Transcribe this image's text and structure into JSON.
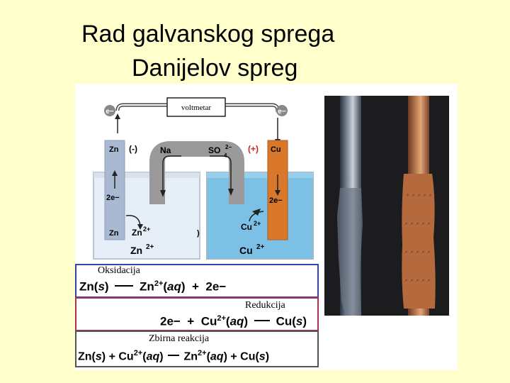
{
  "slide": {
    "title_line1": "Rad galvanskog sprega",
    "title_line2": "Danijelov spreg"
  },
  "diagram": {
    "voltmeter": "voltmetar",
    "electron_left": "e−",
    "electron_right": "e−",
    "anode_label": "Zn",
    "anode_sign": "(-)",
    "cathode_sign": "(+)",
    "cathode_label": "Cu",
    "bridge_na": "Na",
    "bridge_so4": "SO",
    "bridge_so4_sub": "4",
    "bridge_so4_sup": "2−",
    "left_2e": "2e−",
    "left_zn": "Zn",
    "left_zn2": "Zn",
    "left_zn2_sup": "2+",
    "left_solution": "Zn",
    "left_solution_sup": "2+",
    "right_2e": "2e−",
    "right_cu2": "Cu",
    "right_cu2_sup": "2+",
    "right_solution": "Cu",
    "right_solution_sup": "2+",
    "stray_mark": ")"
  },
  "reactions": {
    "oxidation_label": "Oksidacija",
    "oxidation_eq": {
      "a": "Zn(",
      "a_s": "s",
      "b": ")",
      "c": "Zn",
      "c_sup": "2+",
      "d": "(",
      "d_aq": "aq",
      "e": ")",
      "f": "+",
      "g": "2e−"
    },
    "reduction_label": "Redukcija",
    "reduction_eq": {
      "a": "2e−",
      "b": "+",
      "c": "Cu",
      "c_sup": "2+",
      "d": "(",
      "d_aq": "aq",
      "e": ")",
      "f": "Cu(",
      "f_s": "s",
      "g": ")"
    },
    "overall_label": "Zbirna reakcija",
    "overall_eq": {
      "a": "Zn(",
      "a_s": "s",
      "b": ")",
      "c": "+",
      "d": "Cu",
      "d_sup": "2+",
      "e": "(",
      "e_aq": "aq",
      "f": ")",
      "g": "Zn",
      "g_sup": "2+",
      "h": "(",
      "h_aq": "aq",
      "i": ")",
      "j": "+",
      "k": "Cu(",
      "k_s": "s",
      "l": ")"
    }
  },
  "colors": {
    "background": "#ffffcc",
    "oxidation_border": "#3344aa",
    "reduction_border": "#aa3355",
    "overall_border": "#555555",
    "copper": "#d9772a",
    "zinc": "#a9b9d2",
    "cu_solution": "#7cc0e6",
    "zn_solution": "#e6eef7"
  }
}
